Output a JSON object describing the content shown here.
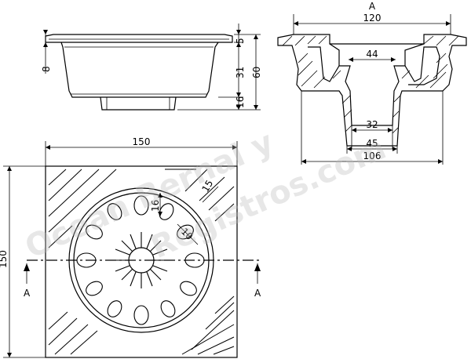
{
  "colors": {
    "ink": "#000000",
    "paper": "#ffffff",
    "watermark": "#bdbdbd"
  },
  "side_view": {
    "dim_rim": "5",
    "dim_body": "31",
    "dim_outlet": "16",
    "dim_total": "60",
    "dim_flange": "8"
  },
  "section_view": {
    "section_label": "A",
    "dim_top_width": "120",
    "dim_inner_width": "44",
    "dim_outlet_inner": "32",
    "dim_outlet_outer": "45",
    "dim_body_width": "106"
  },
  "plan_view": {
    "dim_width": "150",
    "dim_height": "150",
    "dim_slot_length": "16",
    "dim_slot_width": "10",
    "dim_bar": "15",
    "section_mark_left": "A",
    "section_mark_right": "A"
  },
  "watermark": {
    "line1": "Ocean Bernal y",
    "line2": "Registros.com"
  }
}
